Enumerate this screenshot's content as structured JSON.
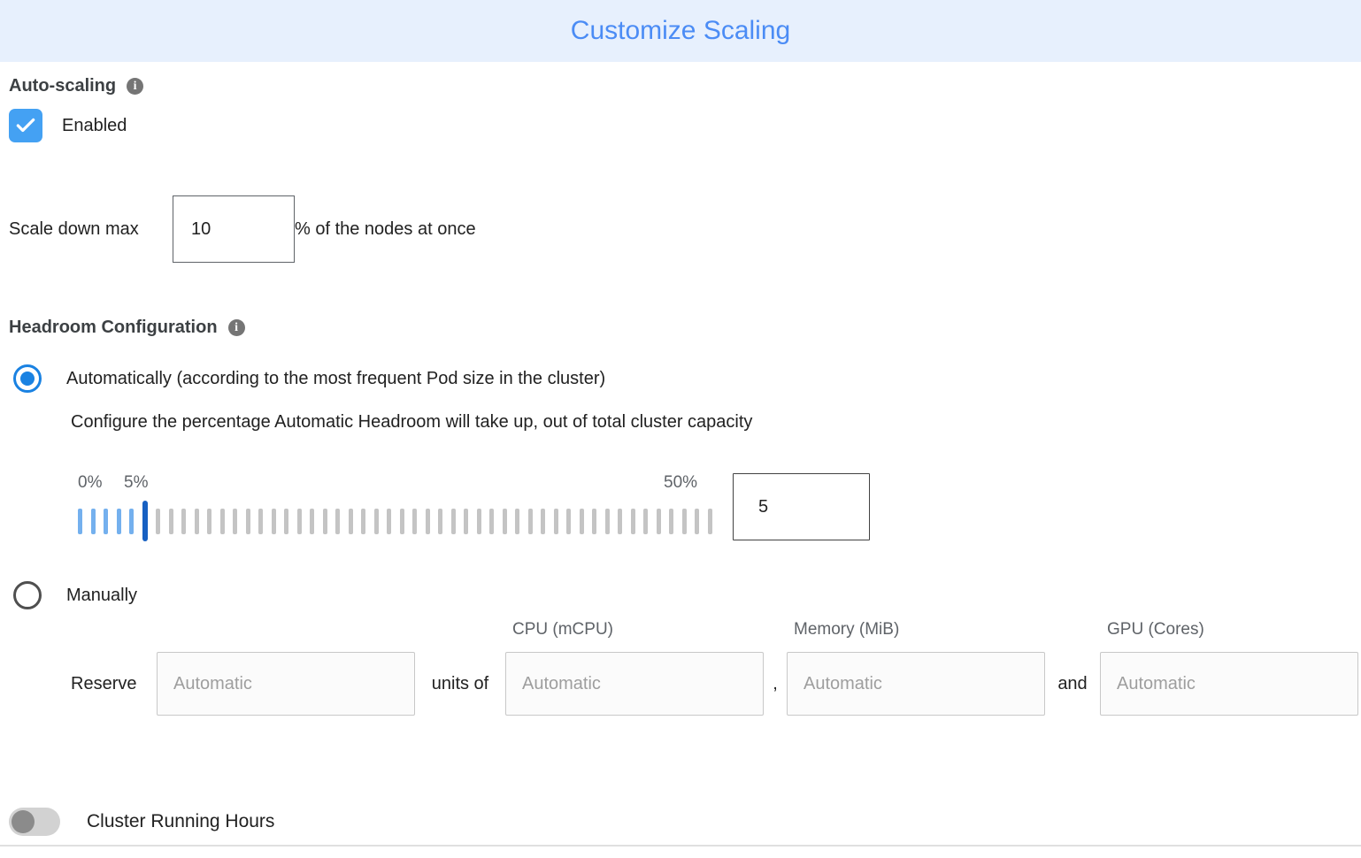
{
  "header": {
    "title": "Customize Scaling"
  },
  "auto_scaling": {
    "label": "Auto-scaling",
    "enabled_label": "Enabled",
    "checked": true
  },
  "scale_down": {
    "label": "Scale down max",
    "value": "10",
    "suffix": "% of the nodes at once"
  },
  "headroom": {
    "label": "Headroom Configuration",
    "options": {
      "automatic": "Automatically (according to the most frequent Pod size in the cluster)",
      "manual": "Manually"
    },
    "selected_option": "automatic",
    "description": "Configure the percentage Automatic Headroom will take up, out of total cluster capacity",
    "slider": {
      "min_label": "0%",
      "current_label": "5%",
      "max_label": "50%",
      "min": 0,
      "max": 50,
      "value": 5,
      "tick_count": 50,
      "handle_index": 5
    },
    "value": "5"
  },
  "manual_config": {
    "column_headers": [
      "CPU (mCPU)",
      "Memory (MiB)",
      "GPU (Cores)"
    ],
    "reserve_label": "Reserve",
    "units_of_label": "units of",
    "separator": ",",
    "and_label": "and",
    "placeholder": "Automatic"
  },
  "cluster_hours": {
    "label": "Cluster Running Hours",
    "enabled": false
  },
  "colors": {
    "banner_bg": "#e7f0fd",
    "title_blue": "#4b8cf5",
    "checkbox_blue": "#44a1f3",
    "radio_blue": "#1a82e2",
    "tick_blue": "#74b0ee",
    "handle_blue": "#1760c2",
    "tick_gray": "#c4c4c4"
  }
}
